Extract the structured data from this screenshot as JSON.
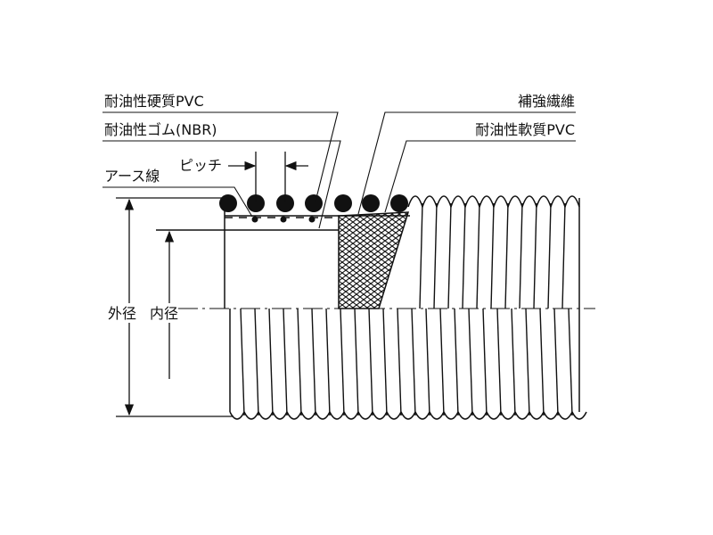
{
  "labels": {
    "hard_pvc": "耐油性硬質PVC",
    "nbr_rubber": "耐油性ゴム(NBR)",
    "earth_wire": "アース線",
    "pitch": "ピッチ",
    "reinforcing_fiber": "補強繊維",
    "soft_pvc": "耐油性軟質PVC",
    "outer_diameter": "外径",
    "inner_diameter": "内径"
  },
  "colors": {
    "ink": "#111111",
    "background": "#ffffff"
  }
}
